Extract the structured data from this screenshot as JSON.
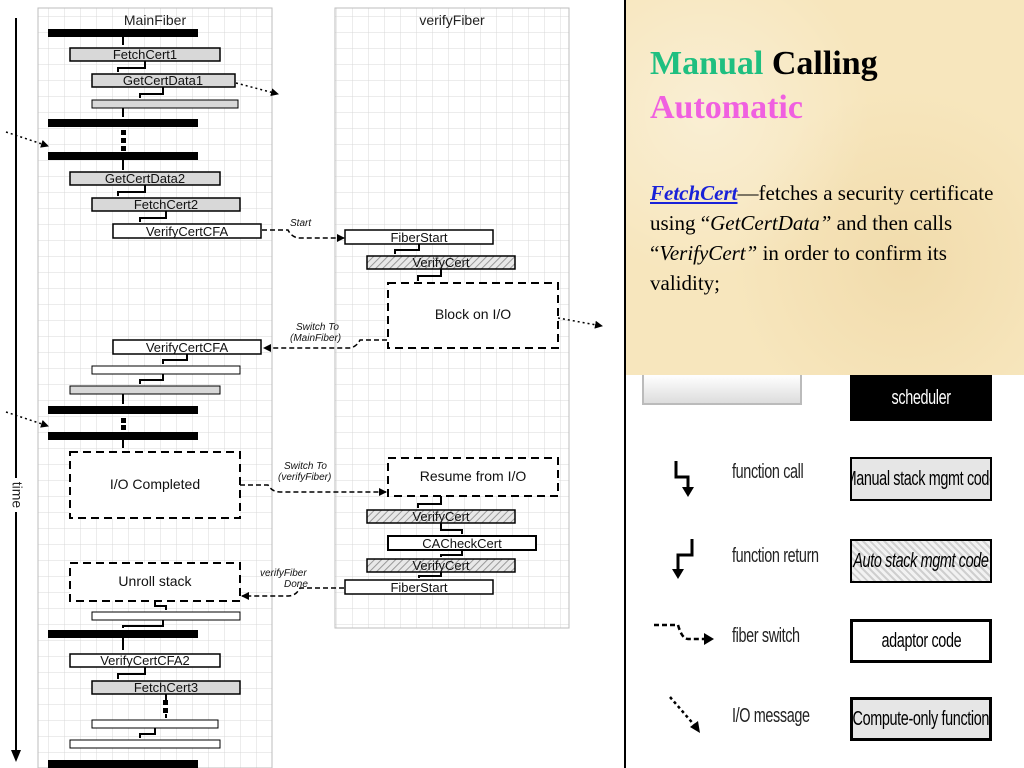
{
  "diagram": {
    "col_main_title": "MainFiber",
    "col_verify_title": "verifyFiber",
    "axis_label": "time",
    "main": {
      "fetchcert1": "FetchCert1",
      "getcertdata1": "GetCertData1",
      "getcertdata2": "GetCertData2",
      "fetchcert2": "FetchCert2",
      "verifycertcfa_a": "VerifyCertCFA",
      "verifycertcfa_b": "VerifyCertCFA",
      "io_completed": "I/O Completed",
      "unroll_stack": "Unroll stack",
      "verifycertcfa2": "VerifyCertCFA2",
      "fetchcert3": "FetchCert3"
    },
    "verify": {
      "fiberstart_a": "FiberStart",
      "verifycert_a": "VerifyCert",
      "block_io": "Block on I/O",
      "resume_io": "Resume from I/O",
      "verifycert_b": "VerifyCert",
      "cacheckcert": "CACheckCert",
      "verifycert_c": "VerifyCert",
      "fiberstart_b": "FiberStart"
    },
    "arrows": {
      "start": "Start",
      "switch_main_1": "Switch To",
      "switch_main_2": "(MainFiber)",
      "switch_verify_1": "Switch To",
      "switch_verify_2": "(verifyFiber)",
      "done_1": "verifyFiber",
      "done_2": "Done"
    }
  },
  "panel": {
    "title_manual": "Manual",
    "title_calling": "Calling",
    "title_automatic": "Automatic",
    "link": "FetchCert",
    "desc_1": "—fetches a security certificate using “",
    "desc_em1": "GetCertData”",
    "desc_2": " and then calls “",
    "desc_em2": "VerifyCert”",
    "desc_3": " in order to confirm its validity;"
  },
  "legend": {
    "scheduler": "scheduler",
    "function_call": "function call",
    "function_return": "function return",
    "fiber_switch": "fiber switch",
    "io_message": "I/O message",
    "manual_stack": "Manual stack mgmt code",
    "auto_stack": "Auto stack mgmt code",
    "adaptor": "adaptor code",
    "compute_only": "Compute-only function"
  }
}
